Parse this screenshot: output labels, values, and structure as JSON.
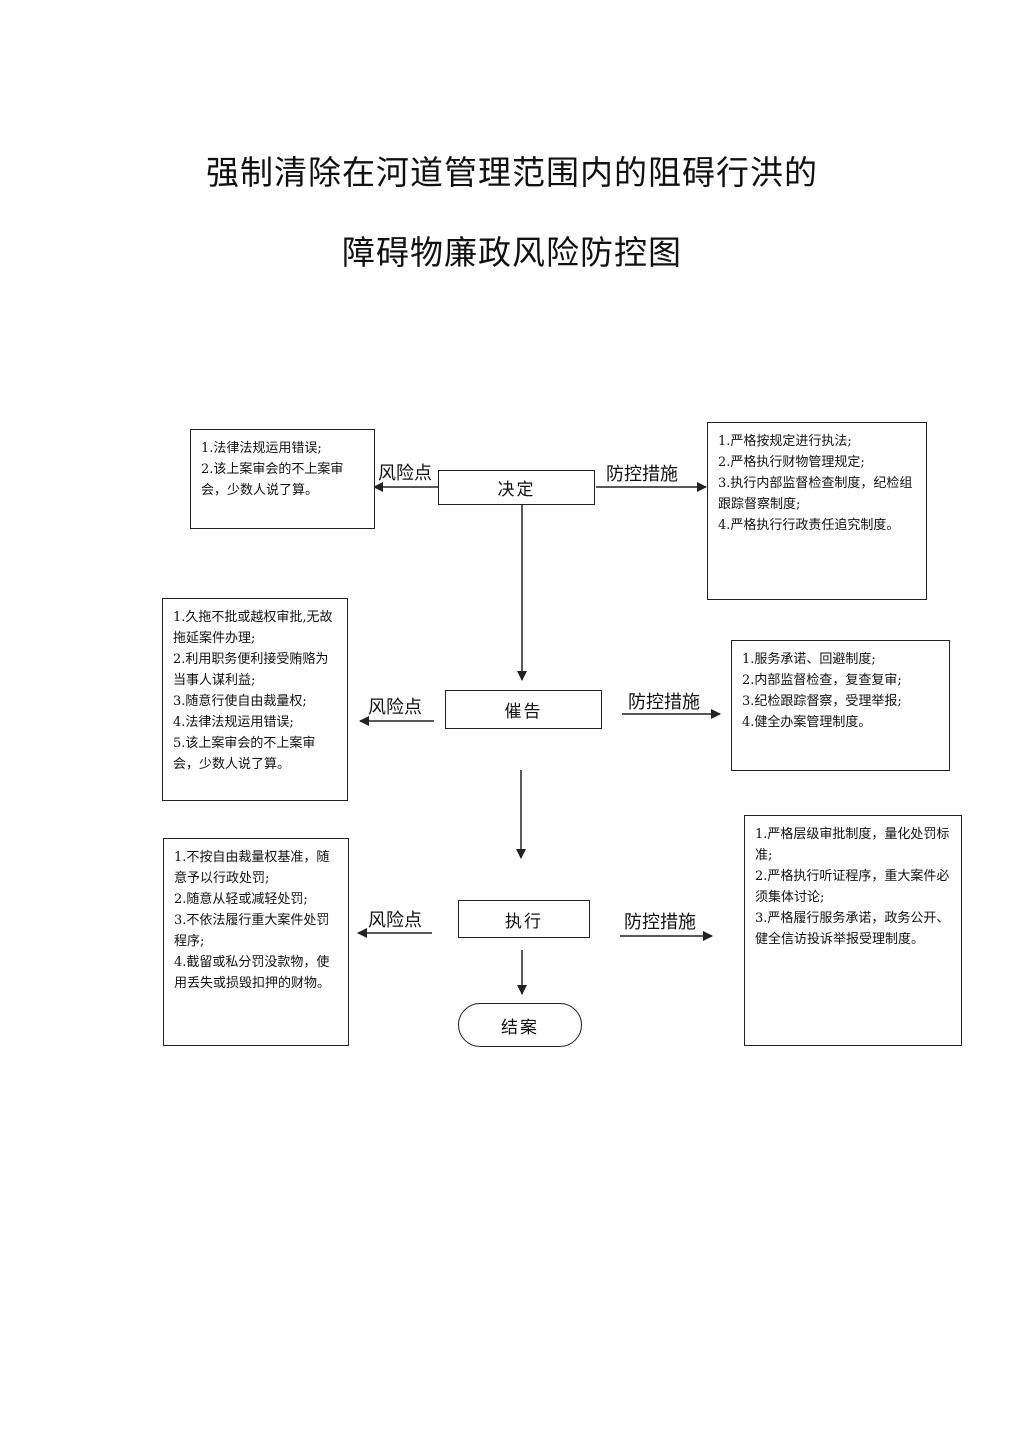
{
  "title": {
    "line1": "强制清除在河道管理范围内的阻碍行洪的",
    "line2": "障碍物廉政风险防控图"
  },
  "labels": {
    "risk": "风险点",
    "control": "防控措施"
  },
  "steps": {
    "decide": "决定",
    "urge": "催告",
    "execute": "执行",
    "close": "结案"
  },
  "decide_risks": [
    "1.法律法规运用错误;",
    "2.该上案审会的不上案审会，少数人说了算。"
  ],
  "decide_controls": [
    "1.严格按规定进行执法;",
    "2.严格执行财物管理规定;",
    "3.执行内部监督检查制度，纪检组跟踪督察制度;",
    "4.严格执行行政责任追究制度。"
  ],
  "urge_risks": [
    "1.久拖不批或越权审批,无故拖延案件办理;",
    "2.利用职务便利接受贿赂为当事人谋利益;",
    "3.随意行使自由裁量权;",
    "4.法律法规运用错误;",
    "5.该上案审会的不上案审会，少数人说了算。"
  ],
  "urge_controls": [
    "1.服务承诺、回避制度;",
    "2.内部监督检查，复查复审;",
    "3.纪检跟踪督察，受理举报;",
    "4.健全办案管理制度。"
  ],
  "execute_risks": [
    "1.不按自由裁量权基准，随意予以行政处罚;",
    "2.随意从轻或减轻处罚;",
    "3.不依法履行重大案件处罚程序;",
    "4.截留或私分罚没款物，使用丢失或损毁扣押的财物。"
  ],
  "execute_controls": [
    "1.严格层级审批制度，量化处罚标准;",
    "2.严格执行听证程序，重大案件必须集体讨论;",
    "3.严格履行服务承诺，政务公开、健全信访投诉举报受理制度。"
  ],
  "colors": {
    "line": "#222222",
    "background": "#ffffff"
  }
}
